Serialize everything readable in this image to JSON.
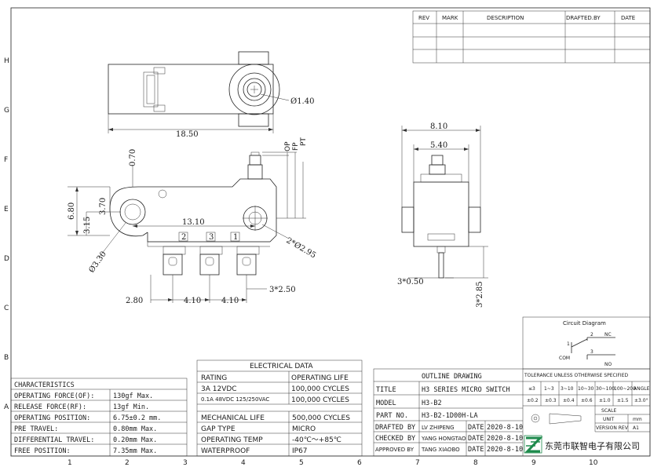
{
  "border": {
    "row_letters": [
      "H",
      "G",
      "F",
      "E",
      "D",
      "C",
      "B",
      "A"
    ],
    "col_numbers": [
      "1",
      "2",
      "3",
      "4",
      "5",
      "6",
      "7",
      "8",
      "9",
      "10"
    ]
  },
  "revision_table": {
    "headers": [
      "REV",
      "MARK",
      "DESCRIPTION",
      "DRAFTED.BY",
      "DATE"
    ]
  },
  "top_view": {
    "length": "18.50",
    "hole": "Ø1.40"
  },
  "side_view": {
    "d_070": "0.70",
    "d_370": "3.70",
    "d_680": "6.80",
    "d_315": "3.15",
    "d_1310": "13.10",
    "d_330": "Ø3.30",
    "op": "OP",
    "fp": "FP",
    "pt": "PT",
    "holes": "2*Ø2.95",
    "pin_labels": [
      "2",
      "3",
      "1"
    ],
    "d_280": "2.80",
    "d_410a": "4.10",
    "d_410b": "4.10",
    "d_250": "3*2.50"
  },
  "end_view": {
    "d_810": "8.10",
    "d_540": "5.40",
    "d_050": "3*0.50",
    "d_285": "3*2.85"
  },
  "circuit": {
    "title": "Circuit Diagram",
    "nc_num": "2",
    "nc": "NC",
    "com_num": "1",
    "com": "COM",
    "no_num": "3",
    "no": "NO"
  },
  "tolerance": {
    "title": "TOLERANCE UNLESS OTHERWISE SPECIFIED",
    "ranges": [
      "≤3",
      "1~3",
      "3~10",
      "10~30",
      "30~100",
      "100~200",
      "ANGLE"
    ],
    "values": [
      "±0.2",
      "±0.3",
      "±0.4",
      "±0.6",
      "±1.0",
      "±1.5",
      "±3.0°"
    ]
  },
  "title_block": {
    "drawing_type": "OUTLINE DRAWING",
    "title_label": "TITLE",
    "title_value": "H3 SERIES MICRO SWITCH",
    "model_label": "MODEL",
    "model_value": "H3-B2",
    "part_label": "PART NO.",
    "part_value": "H3-B2-1D00H-LA",
    "drafted_label": "DRAFTED BY",
    "drafted_name": "LV ZHIPENG",
    "checked_label": "CHECKED BY",
    "checked_name": "YANG HONGTAO",
    "approved_label": "APPROVED BY",
    "approved_name": "TANG XIAOBO",
    "date_label": "DATE",
    "date_value": "2020-8-10",
    "scale_label": "SCALE",
    "unit_label": "UNIT",
    "unit_value": "mm",
    "version_label": "VERSION REV",
    "version_value": "A1",
    "company": "东莞市联智电子有限公司"
  },
  "characteristics": {
    "title": "CHARACTERISTICS",
    "rows": [
      {
        "label": "OPERATING FORCE(OF):",
        "value": "130gf Max."
      },
      {
        "label": "RELEASE FORCE(RF):",
        "value": "13gf Min."
      },
      {
        "label": "OPERATING POSITION:",
        "value": "6.75±0.2 mm."
      },
      {
        "label": "PRE TRAVEL:",
        "value": "0.80mm Max."
      },
      {
        "label": "DIFFERENTIAL TRAVEL:",
        "value": "0.20mm Max."
      },
      {
        "label": "FREE POSITION:",
        "value": "7.35mm Max."
      }
    ]
  },
  "electrical": {
    "title": "ELECTRICAL DATA",
    "col_rating": "RATING",
    "col_life": "OPERATING LIFE",
    "rows": [
      {
        "rating": "3A 12VDC",
        "life": "100,000 CYCLES"
      },
      {
        "rating": "0.1A 48VDC 125/250VAC",
        "life": "100,000 CYCLES"
      }
    ],
    "specs": [
      {
        "label": "MECHANICAL LIFE",
        "value": "500,000 CYCLES"
      },
      {
        "label": "GAP TYPE",
        "value": "MICRO"
      },
      {
        "label": "OPERATING TEMP",
        "value": "-40℃～+85℃"
      },
      {
        "label": "WATERPROOF",
        "value": "IP67"
      }
    ]
  },
  "colors": {
    "logo_green": "#1e8a4c",
    "line": "#222222"
  }
}
